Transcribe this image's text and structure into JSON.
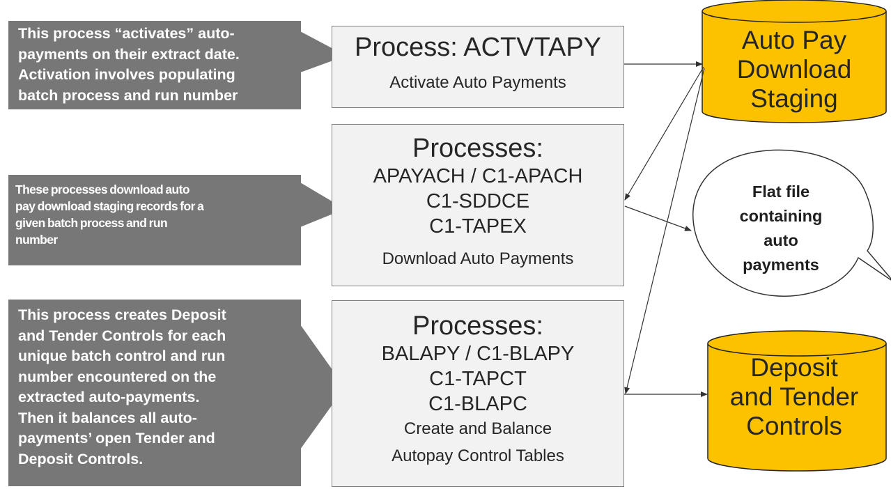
{
  "notes": {
    "activate": [
      "This process “activates” auto-",
      "payments on their extract date.",
      "Activation involves populating",
      "batch process and run number"
    ],
    "download": [
      "These processes download  auto",
      "pay download staging records for a",
      "given batch process and run",
      "number"
    ],
    "balance": [
      "This process creates Deposit",
      "and Tender Controls for each",
      "unique batch control and run",
      "number encountered on the",
      "extracted auto-payments.",
      "Then it balances all auto-",
      "payments’ open Tender and",
      "Deposit Controls."
    ]
  },
  "processes": [
    {
      "title": "Process: ACTVTAPY",
      "codes": [],
      "subtitle": "Activate Auto Payments"
    },
    {
      "title": "Processes:",
      "codes": [
        "APAYACH / C1-APACH",
        "C1-SDDCE",
        "C1-TAPEX"
      ],
      "subtitle": "Download Auto Payments"
    },
    {
      "title": "Processes:",
      "codes": [
        "BALAPY / C1-BLAPY",
        "C1-TAPCT",
        "C1-BLAPC"
      ],
      "subtitle": "Create and Balance",
      "subtitle2": "Autopay Control Tables"
    }
  ],
  "datastores": {
    "staging": [
      "Auto Pay",
      "Download",
      "Staging"
    ],
    "controls": [
      "Deposit",
      "and Tender",
      "Controls"
    ]
  },
  "file_callout": [
    "Flat file",
    "containing",
    "auto",
    "payments"
  ],
  "colors": {
    "callout_bg": "#777777",
    "process_fill": "#f2f2f2",
    "process_border": "#7f7f7f",
    "cylinder_fill": "#fcc200",
    "connector": "#333333"
  }
}
